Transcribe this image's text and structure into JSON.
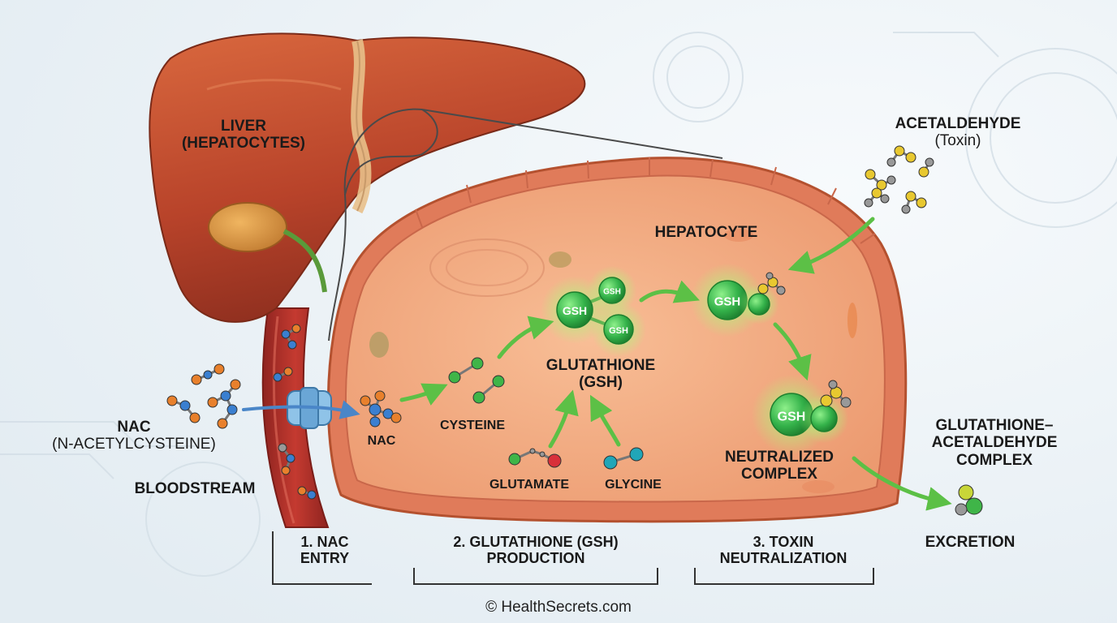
{
  "labels": {
    "liver_line1": "LIVER",
    "liver_line2": "(HEPATOCYTES)",
    "acetaldehyde_line1": "ACETALDEHYDE",
    "acetaldehyde_line2": "(Toxin)",
    "hepatocyte": "HEPATOCYTE",
    "nac_left_line1": "NAC",
    "nac_left_line2": "(N-ACETYLCYSTEINE)",
    "bloodstream": "BLOODSTREAM",
    "nac_inside": "NAC",
    "cysteine": "CYSTEINE",
    "glutathione_line1": "GLUTATHIONE",
    "glutathione_line2": "(GSH)",
    "glutamate": "GLUTAMATE",
    "glycine": "GLYCINE",
    "neutralized_line1": "NEUTRALIZED",
    "neutralized_line2": "COMPLEX",
    "complex_line1": "GLUTATHIONE–",
    "complex_line2": "ACETALDEHYDE",
    "complex_line3": "COMPLEX",
    "excretion": "EXCRETION",
    "gsh": "GSH"
  },
  "steps": [
    {
      "line1": "1. NAC",
      "line2": "ENTRY"
    },
    {
      "line1": "2. GLUTATHIONE (GSH)",
      "line2": "PRODUCTION"
    },
    {
      "line1": "3. TOXIN",
      "line2": "NEUTRALIZATION"
    }
  ],
  "footer": "© HealthSecrets.com",
  "colors": {
    "liver": "#b8432a",
    "cell": "#f2a27a",
    "membrane": "#e07b5a",
    "vessel": "#b3332b",
    "gsh": "#34b24a",
    "arrow": "#5cc046",
    "toxin": "#e8c830",
    "nac_blue": "#3a7fd0",
    "nac_orange": "#e8802c"
  }
}
